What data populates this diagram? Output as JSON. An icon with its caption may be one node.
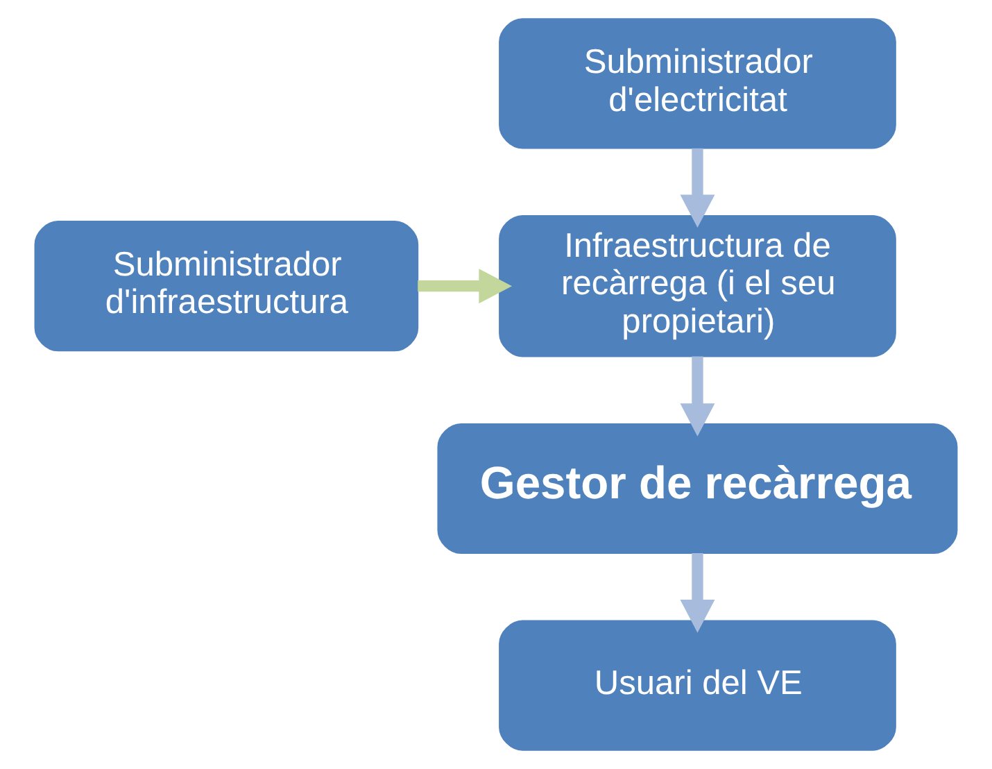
{
  "diagram": {
    "nodes": [
      {
        "text": [
          "Subministrador d'electricitat"
        ]
      },
      {
        "text": [
          "Subministrador d'infraestructura"
        ]
      },
      {
        "text": [
          "Infraestructura de recàrrega (i el seu propietari)"
        ]
      },
      {
        "text": [
          "Gestor de recàrrega"
        ]
      },
      {
        "text": [
          "Usuari del VE"
        ]
      }
    ],
    "edges": [
      {
        "from": 0,
        "to": 2,
        "arrow": "to"
      },
      {
        "from": 1,
        "to": 2,
        "arrow": "to",
        "color": "#c3d69b"
      },
      {
        "from": 2,
        "to": 3,
        "arrow": "to"
      },
      {
        "from": 3,
        "to": 4,
        "arrow": "to"
      }
    ]
  }
}
